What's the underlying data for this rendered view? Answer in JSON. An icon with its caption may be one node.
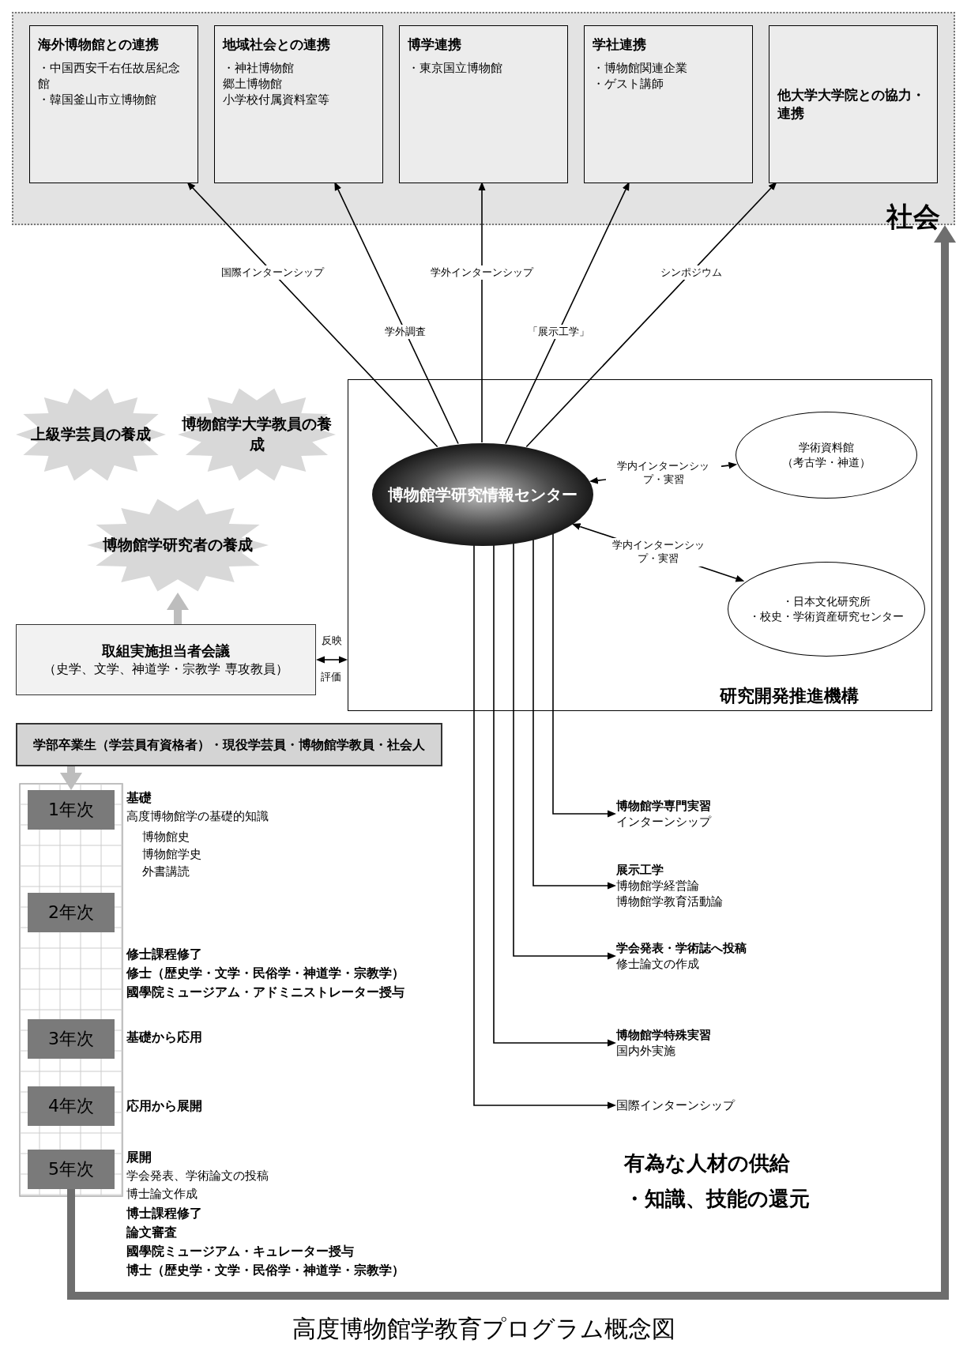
{
  "diagram": {
    "caption": "高度博物館学教育プログラム概念図",
    "nodes": [
      {
        "text": [
          "学部卒業生（学芸員有資格者）・現役学芸員・博物館学教員・社会人"
        ]
      },
      {
        "text": [
          "1年次"
        ]
      },
      {
        "text": [
          "博物館学専門実習",
          "インターンシップ"
        ]
      },
      {
        "text": [
          "2年次"
        ]
      },
      {
        "text": [
          "展示工学",
          "博物館学経営論",
          "博物館学教育活動論"
        ]
      },
      {
        "text": [
          "学会発表・学術誌へ投稿",
          "修士論文の作成"
        ]
      },
      {
        "text": [
          "3年次"
        ]
      },
      {
        "text": [
          "博物館学特殊実習",
          "国内外実施"
        ]
      },
      {
        "text": [
          "4年次"
        ]
      },
      {
        "text": [
          "国際インターンシップ"
        ]
      },
      {
        "text": [
          "5年次"
        ]
      },
      {
        "text": [
          "上級学芸員の養成"
        ]
      },
      {
        "text": [
          "博物館学研究者の養成"
        ]
      },
      {
        "text": [
          "博物館学大学教員の養成"
        ]
      },
      {
        "text": [
          "取組実施担当者会議",
          "（史学、文学、神道学・宗教学 専攻教員）"
        ]
      },
      {
        "text": [
          "研究開発推進機構"
        ]
      },
      {
        "text": [
          "博物館学研究情報センター"
        ],
        "in": 15
      },
      {
        "text": [
          "学術資料館",
          "（考古学・神道）"
        ],
        "in": 15
      },
      {
        "text": [
          "・日本文化研究所",
          "・校史・学術資産研究センター"
        ],
        "in": 15
      },
      {
        "text": [
          "社会"
        ]
      },
      {
        "text": [
          "海外博物館との連携",
          "・中国西安千右任故居紀念館",
          "・韓国釜山市立博物館"
        ],
        "in": 19
      },
      {
        "text": [
          "地域社会との連携",
          "・神社博物館",
          "郷土博物館",
          "小学校付属資料室等"
        ],
        "in": 19
      },
      {
        "text": [
          "博学連携",
          "・東京国立博物館"
        ],
        "in": 19
      },
      {
        "text": [
          "学社連携",
          "・博物館関連企業",
          "・ゲスト講師"
        ],
        "in": 19
      },
      {
        "text": [
          "他大学大学院との協力・連携"
        ],
        "in": 19
      }
    ],
    "edges": [
      {
        "from": 0,
        "to": 1,
        "arrow": "to",
        "style": "thick",
        "color": "#bdbdbd"
      },
      {
        "from": 14,
        "to": 12,
        "arrow": "to",
        "style": "thick",
        "color": "#bdbdbd"
      },
      {
        "from": 14,
        "to": 15,
        "arrow": "both",
        "label": "反映"
      },
      {
        "from": 16,
        "to": 17,
        "arrow": "both",
        "label": "学内インターンシップ・実習"
      },
      {
        "from": 16,
        "to": 18,
        "arrow": "both",
        "label": "学内インターンシップ・実習"
      },
      {
        "from": 16,
        "to": 20,
        "arrow": "to",
        "label": "国際インターンシップ"
      },
      {
        "from": 16,
        "to": 21,
        "arrow": "to",
        "label": "学外調査"
      },
      {
        "from": 16,
        "to": 22,
        "arrow": "to",
        "label": "学外インターンシップ"
      },
      {
        "from": 16,
        "to": 23,
        "arrow": "to",
        "label": "「展示工学」"
      },
      {
        "from": 16,
        "to": 24,
        "arrow": "to",
        "label": "シンポジウム"
      },
      {
        "from": 16,
        "to": 2,
        "arrow": "to"
      },
      {
        "from": 16,
        "to": 4,
        "arrow": "to"
      },
      {
        "from": 16,
        "to": 5,
        "arrow": "to"
      },
      {
        "from": 16,
        "to": 7,
        "arrow": "to"
      },
      {
        "from": 16,
        "to": 9,
        "arrow": "to"
      },
      {
        "from": 10,
        "to": 19,
        "arrow": "to",
        "style": "thick",
        "color": "#6e6e6e"
      }
    ],
    "labels": [
      "基礎",
      "高度博物館学の基礎的知識",
      "博物館史",
      "博物館学史",
      "外書講読",
      "修士課程修了",
      "修士（歴史学・文学・民俗学・神道学・宗教学）",
      "國學院ミュージアム・アドミニストレーター授与",
      "基礎から応用",
      "応用から展開",
      "展開",
      "学会発表、学術論文の投稿",
      "博士論文作成",
      "博士課程修了",
      "論文審査",
      "國學院ミュージアム・キュレーター授与",
      "博士（歴史学・文学・民俗学・神道学・宗教学）",
      "評価",
      "有為な人材の供給",
      "・知識、技能の還元"
    ]
  }
}
